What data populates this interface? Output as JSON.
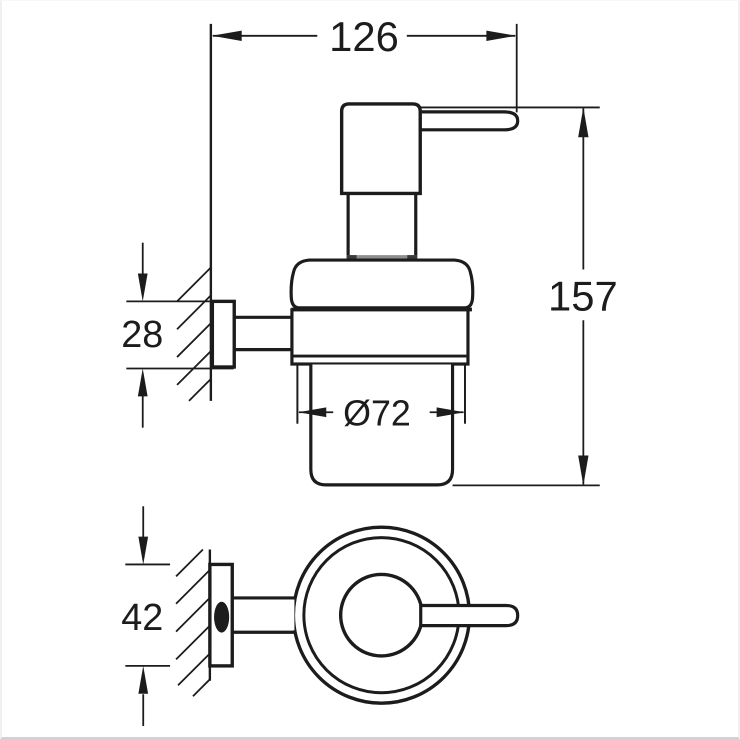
{
  "dimensions": {
    "overall_width": "126",
    "overall_height": "157",
    "bracket_height_front": "28",
    "glass_diameter": "Ø72",
    "bracket_height_top": "42"
  },
  "colors": {
    "line": "#1c1c1c",
    "background": "#ffffff",
    "shading_gray": "#8f8f8f",
    "frame_bottom": "#d2d2d2"
  }
}
